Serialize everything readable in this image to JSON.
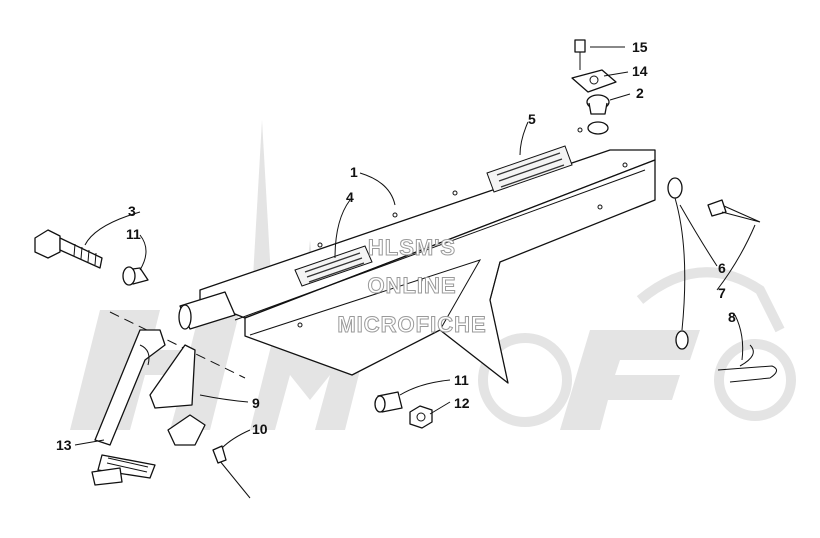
{
  "diagram": {
    "callouts": [
      "15",
      "14",
      "2",
      "5",
      "1",
      "4",
      "3",
      "11",
      "6",
      "7",
      "8",
      "9",
      "11",
      "12",
      "13",
      "10"
    ],
    "watermark": {
      "line1": "HLSM'S",
      "line2": "ONLINE",
      "line3": "MICROFICHE"
    }
  }
}
